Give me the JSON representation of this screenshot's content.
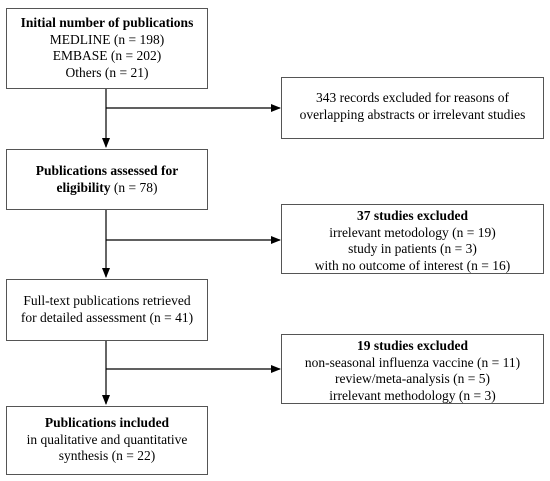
{
  "boxes": {
    "initial": {
      "title": "Initial number of publications",
      "lines": [
        "MEDLINE (n = 198)",
        "EMBASE (n = 202)",
        "Others (n = 21)"
      ]
    },
    "excluded_records": {
      "lines": [
        "343 records excluded for reasons of",
        "overlapping abstracts or irrelevant studies"
      ]
    },
    "assessed": {
      "title_line1": "Publications assessed for",
      "title_line2": "eligibility",
      "count": " (n = 78)"
    },
    "excluded_37": {
      "title": "37 studies excluded",
      "lines": [
        "irrelevant metodology (n = 19)",
        "study in patients (n = 3)",
        "with no outcome of interest (n = 16)"
      ]
    },
    "fulltext": {
      "lines": [
        "Full-text publications retrieved",
        "for detailed assessment (n = 41)"
      ]
    },
    "excluded_19": {
      "title": "19 studies excluded",
      "lines": [
        "non-seasonal influenza vaccine (n = 11)",
        "review/meta-analysis (n = 5)",
        "irrelevant methodology (n = 3)"
      ]
    },
    "included": {
      "title": "Publications included",
      "lines": [
        "in qualitative and quantitative",
        "synthesis (n = 22)"
      ]
    }
  }
}
